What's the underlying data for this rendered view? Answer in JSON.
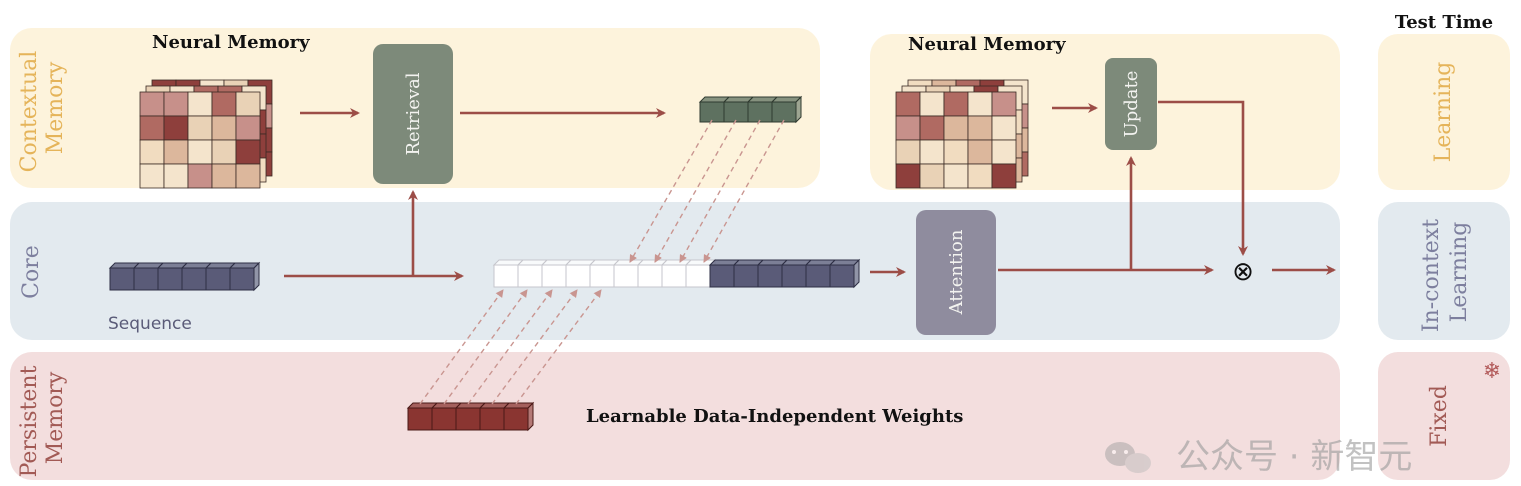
{
  "colors": {
    "contextual_bg": "#fdf3dc",
    "core_bg": "#e3eaef",
    "persistent_bg": "#f3dede",
    "contextual_text": "#e5b45a",
    "core_text": "#7d7f9e",
    "persistent_text": "#a25a55",
    "arrow": "#9c4d47",
    "dashed": "#c99590",
    "retrieval_box": "#7d8a7a",
    "update_box": "#7d8a7a",
    "attention_box": "#8f8c9e",
    "seq_token": "#5a5b78",
    "green_token": "#5e7160",
    "persistent_token": "#8a3531"
  },
  "rows": {
    "contextual": "Contextual\nMemory",
    "core": "Core",
    "persistent": "Persistent\nMemory"
  },
  "titles": {
    "neural_memory_left": "Neural Memory",
    "neural_memory_right": "Neural Memory",
    "test_time": "Test Time"
  },
  "blocks": {
    "retrieval": "Retrieval",
    "update": "Update",
    "attention": "Attention"
  },
  "labels": {
    "sequence": "Sequence",
    "weights": "Learnable Data-Independent Weights",
    "multiply": "⊗"
  },
  "side": {
    "learning": "Learning",
    "in_context": "In-context\nLearning",
    "fixed": "Fixed",
    "snowflake": "❄"
  },
  "watermark": "公众号 · 新智元",
  "icons": {
    "snowflake": "snowflake-icon",
    "wechat": "wechat-icon"
  }
}
